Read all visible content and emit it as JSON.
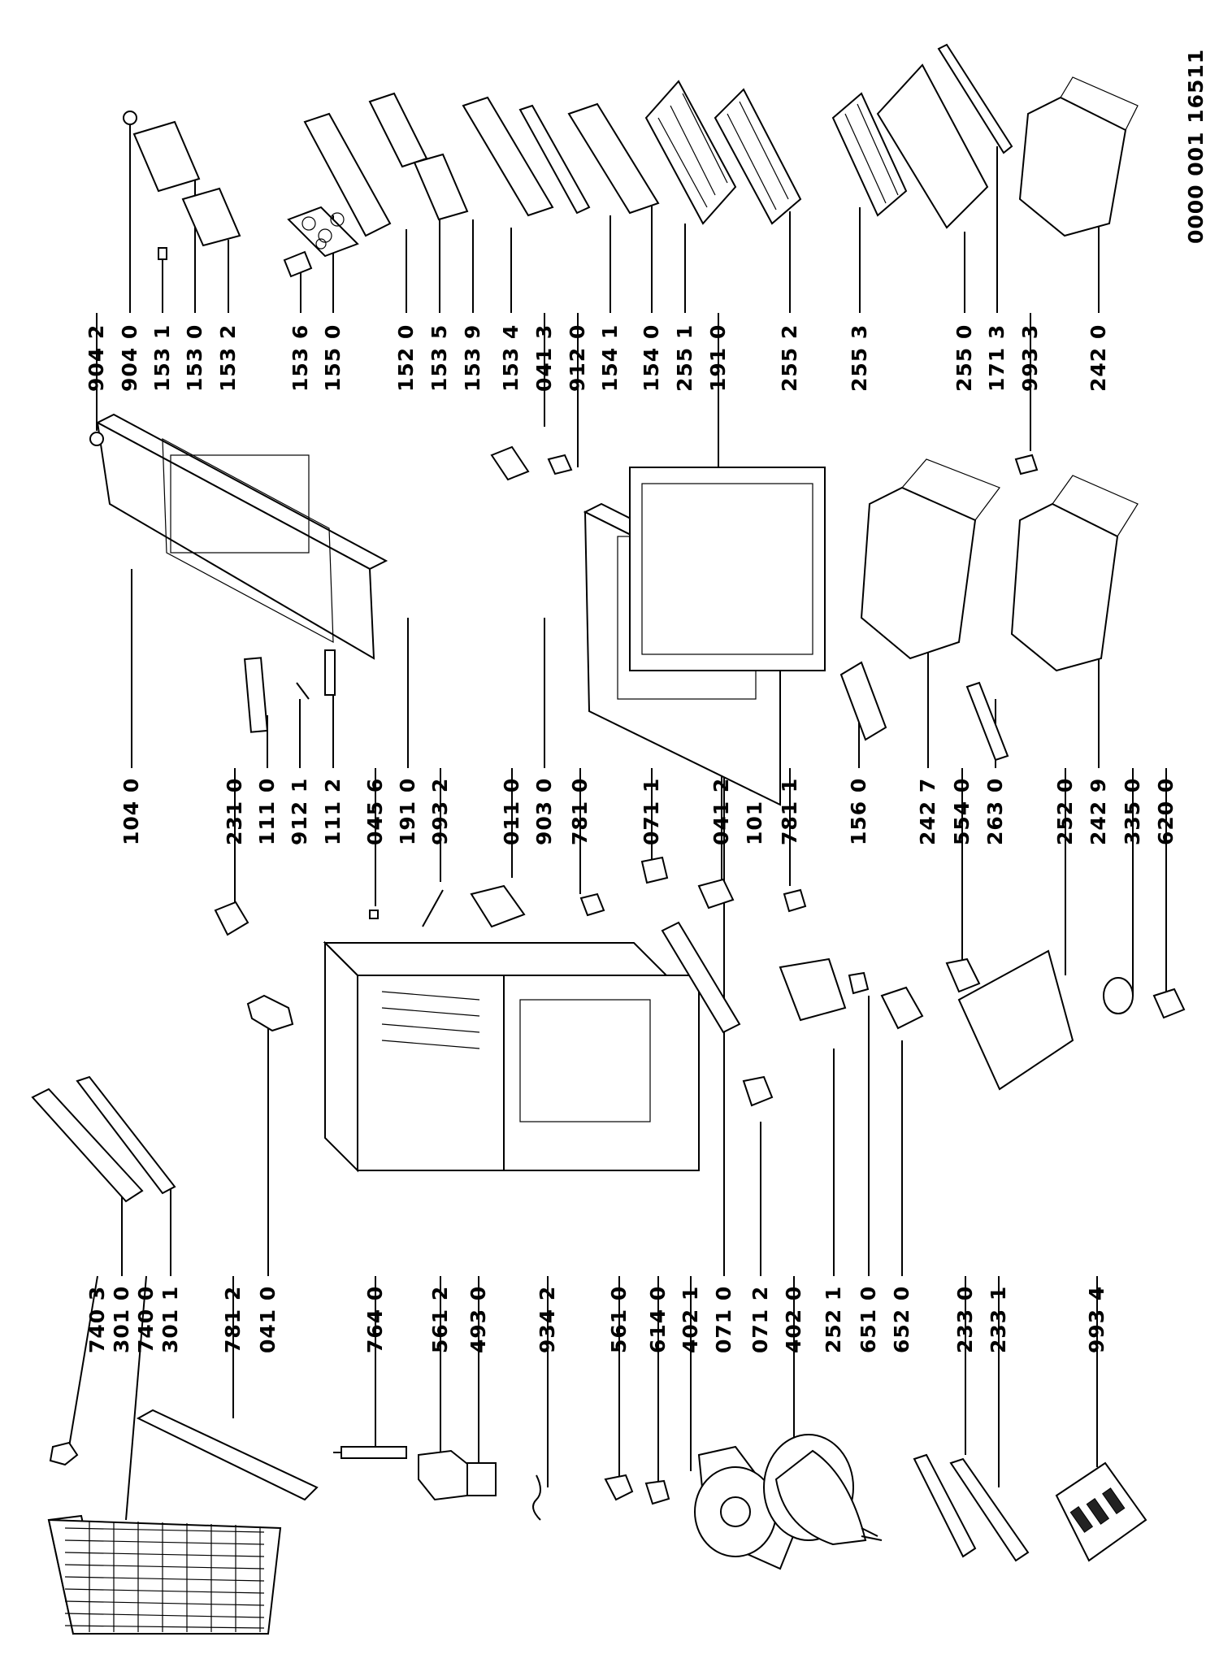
{
  "diagram": {
    "document_number": "0000 001 16511",
    "left_column_labels": [
      "740 3",
      "301 0",
      "740 0",
      "301 1",
      "781 2",
      "041 0",
      "764 0",
      "561 2",
      "493 0",
      "934 2",
      "561 0",
      "614 0",
      "402 1",
      "071 0",
      "071 2",
      "402 0",
      "252 1",
      "651 0",
      "652 0",
      "233 0",
      "233 1",
      "993 4"
    ],
    "middle_column_labels": [
      "104 0",
      "231 0",
      "111 0",
      "912 1",
      "111 2",
      "045 6",
      "191 0",
      "993 2",
      "011 0",
      "903 0",
      "781 0",
      "071 1",
      "041 2",
      "101 0",
      "781 1",
      "156 0",
      "242 7",
      "554 0",
      "263 0",
      "252 0",
      "242 9",
      "335 0",
      "620 0"
    ],
    "right_column_labels": [
      "904 2",
      "904 0",
      "153 1",
      "153 0",
      "153 2",
      "153 6",
      "155 0",
      "152 0",
      "153 5",
      "153 9",
      "153 4",
      "041 3",
      "912 0",
      "154 1",
      "154 0",
      "255 1",
      "191 0",
      "255 2",
      "255 3",
      "255 0",
      "171 3",
      "993 3",
      "242 0"
    ]
  }
}
